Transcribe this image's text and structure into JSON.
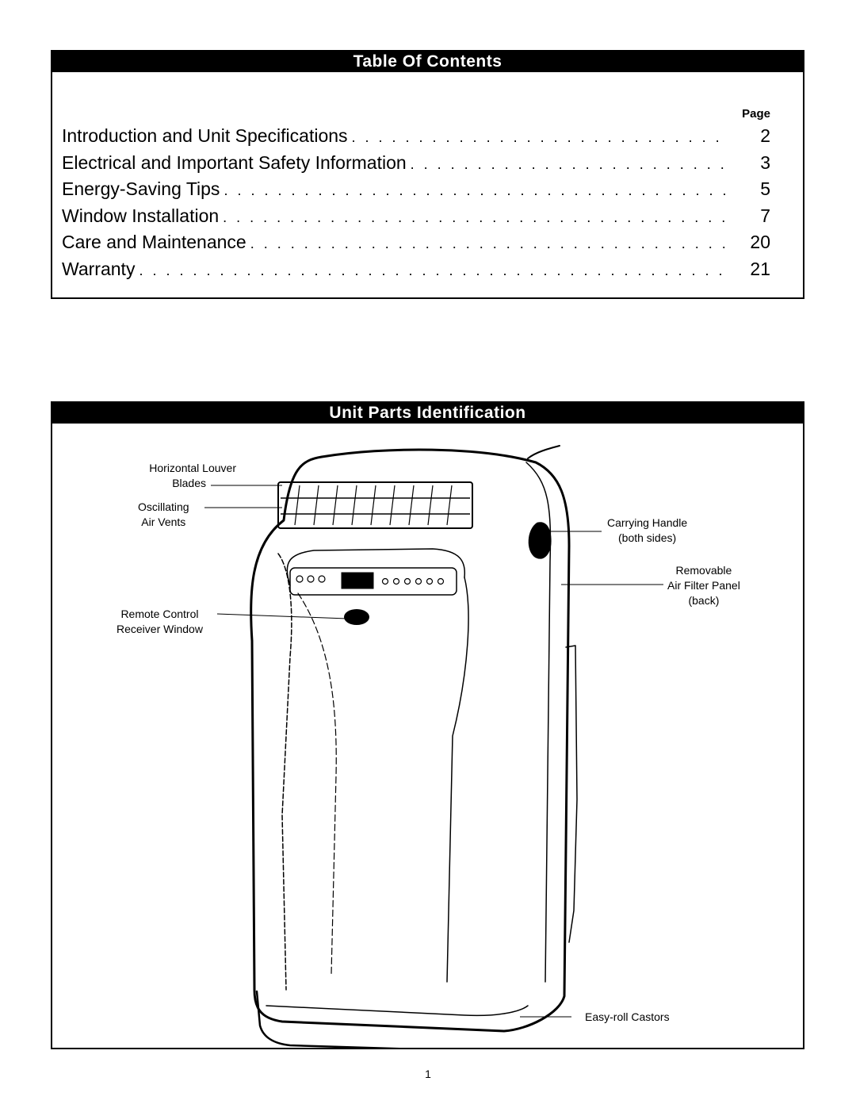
{
  "toc": {
    "heading": "Table Of Contents",
    "page_column_label": "Page",
    "entries": [
      {
        "title": "Introduction and Unit Specifications",
        "page": "2"
      },
      {
        "title": "Electrical and Important Safety Information",
        "page": "3"
      },
      {
        "title": "Energy-Saving Tips",
        "page": "5"
      },
      {
        "title": "Window Installation",
        "page": "7"
      },
      {
        "title": "Care and Maintenance",
        "page": "20"
      },
      {
        "title": "Warranty",
        "page": "21"
      }
    ]
  },
  "parts": {
    "heading": "Unit Parts Identification",
    "callouts": {
      "louver": {
        "line1": "Horizontal Louver",
        "line2": "Blades"
      },
      "vents": {
        "line1": "Oscillating",
        "line2": "Air Vents"
      },
      "remote": {
        "line1": "Remote Control",
        "line2": "Receiver Window"
      },
      "handle": {
        "line1": "Carrying Handle",
        "line2": "(both sides)"
      },
      "filter": {
        "line1": "Removable",
        "line2": "Air Filter Panel",
        "line3": "(back)"
      },
      "castors": {
        "line1": "Easy-roll Castors"
      }
    }
  },
  "footer": {
    "page_number": "1"
  }
}
